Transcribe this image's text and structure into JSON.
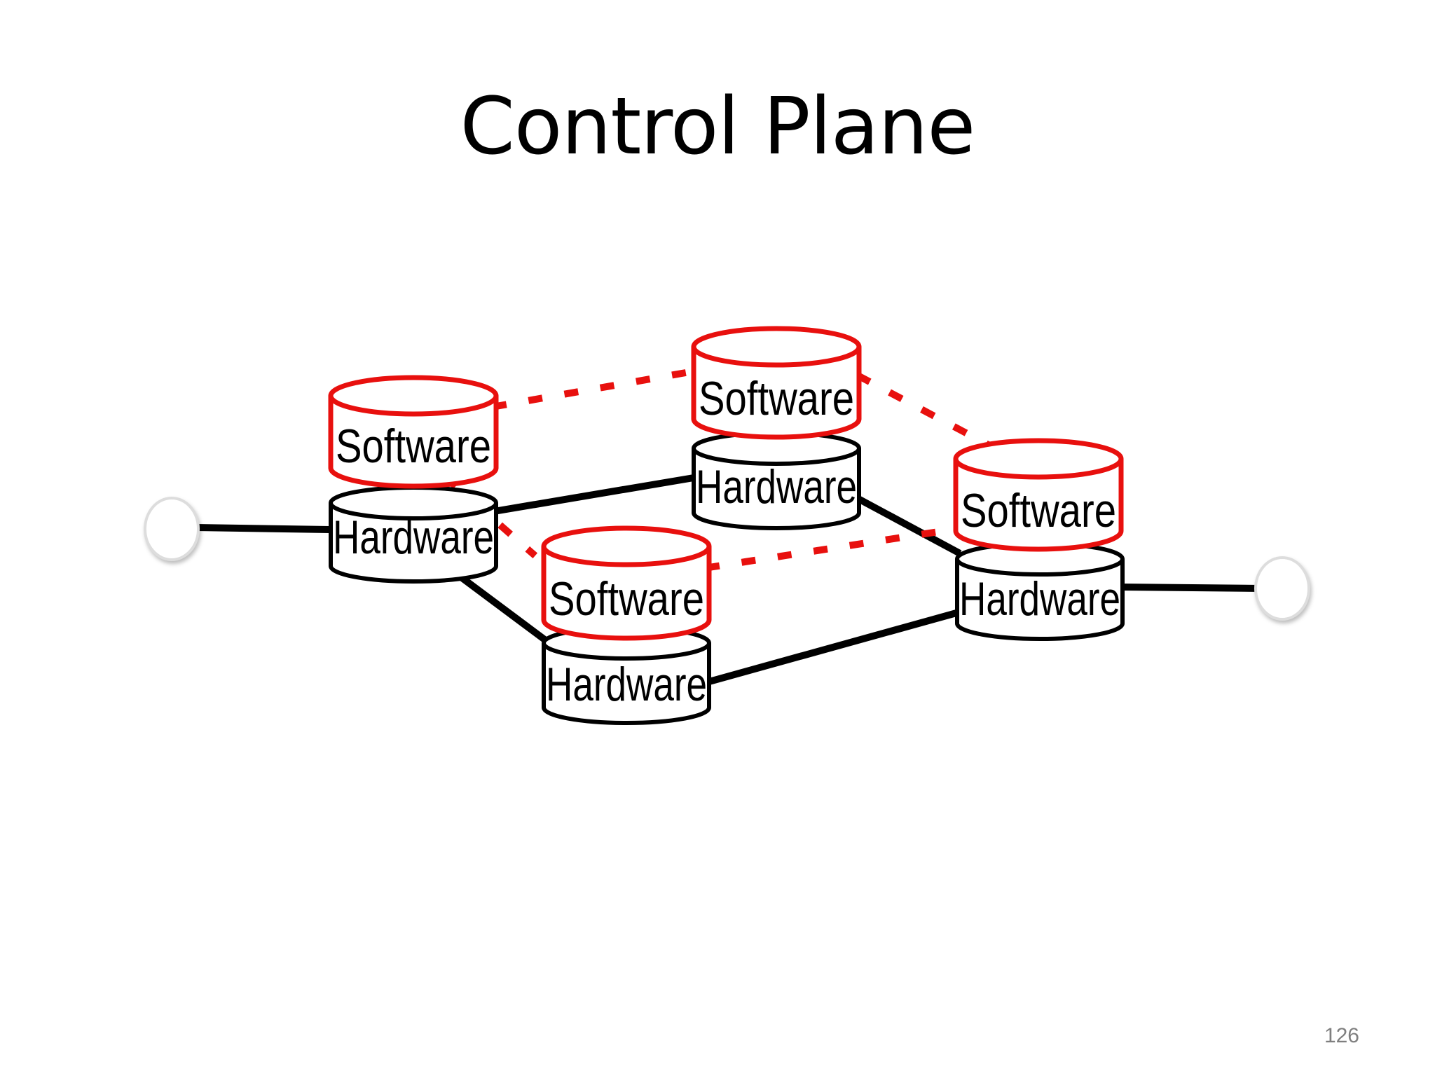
{
  "slide": {
    "title": "Control Plane",
    "page_number": "126"
  },
  "nodes": [
    {
      "id": "router-left",
      "software_label": "Software",
      "hardware_label": "Hardware"
    },
    {
      "id": "router-top",
      "software_label": "Software",
      "hardware_label": "Hardware"
    },
    {
      "id": "router-bottom",
      "software_label": "Software",
      "hardware_label": "Hardware"
    },
    {
      "id": "router-right",
      "software_label": "Software",
      "hardware_label": "Hardware"
    }
  ],
  "colors": {
    "control_plane": "#e8100e",
    "hardware": "#000000",
    "endpoint": "#ffffff"
  }
}
